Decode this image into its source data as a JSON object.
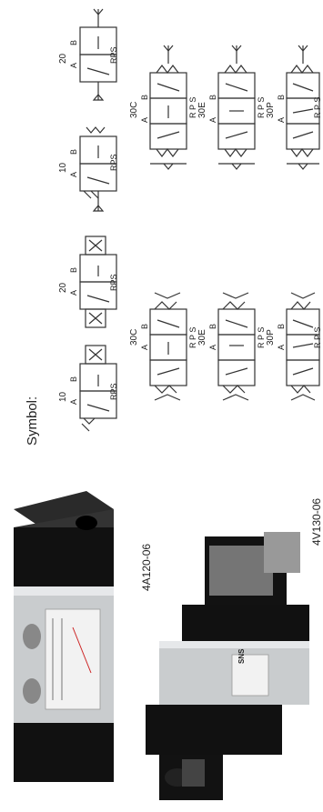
{
  "symbol_heading": "Symbol:",
  "products": [
    {
      "model": "4A120-06"
    },
    {
      "model": "4V130-06"
    }
  ],
  "air_valves": [
    {
      "code": "10",
      "a": "A",
      "b": "B",
      "ports": "RPS"
    },
    {
      "code": "20",
      "a": "A",
      "b": "B",
      "ports": "RPS"
    },
    {
      "code": "30C",
      "a": "A",
      "b": "B",
      "ports": "R P S"
    },
    {
      "code": "30E",
      "a": "A",
      "b": "B",
      "ports": "R P S"
    },
    {
      "code": "30P",
      "a": "A",
      "b": "B",
      "ports": "R P S"
    }
  ],
  "solenoid_valves": [
    {
      "code": "10",
      "a": "A",
      "b": "B",
      "ports": "RPS"
    },
    {
      "code": "20",
      "a": "A",
      "b": "B",
      "ports": "RPS"
    },
    {
      "code": "30C",
      "a": "A",
      "b": "B",
      "ports": "R P S"
    },
    {
      "code": "30E",
      "a": "A",
      "b": "B",
      "ports": "R P S"
    },
    {
      "code": "30P",
      "a": "A",
      "b": "B",
      "ports": "R P S"
    }
  ],
  "brand": "SNS",
  "colors": {
    "body_black": "#141414",
    "aluminum": "#c9ccce",
    "line": "#333333"
  }
}
